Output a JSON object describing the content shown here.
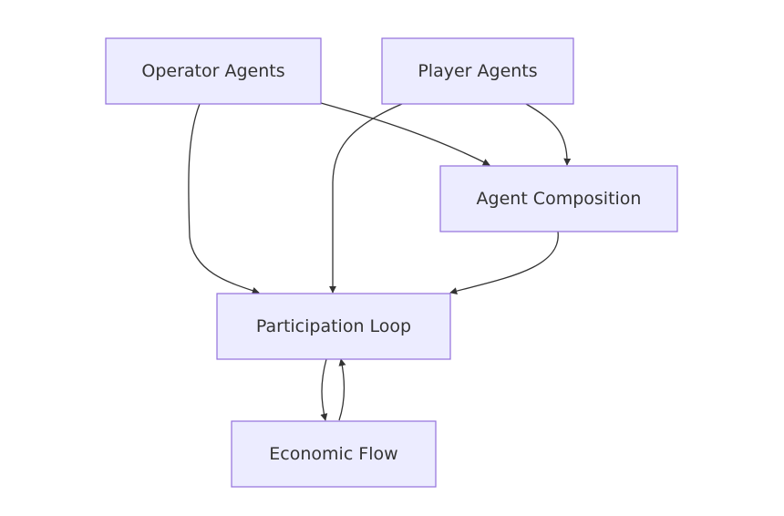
{
  "diagram": {
    "type": "flowchart",
    "nodes": {
      "operator_agents": "Operator Agents",
      "player_agents": "Player Agents",
      "agent_composition": "Agent Composition",
      "participation_loop": "Participation Loop",
      "economic_flow": "Economic Flow"
    },
    "edges": [
      {
        "from": "Operator Agents",
        "to": "Agent Composition"
      },
      {
        "from": "Operator Agents",
        "to": "Participation Loop"
      },
      {
        "from": "Player Agents",
        "to": "Agent Composition"
      },
      {
        "from": "Player Agents",
        "to": "Participation Loop"
      },
      {
        "from": "Agent Composition",
        "to": "Participation Loop"
      },
      {
        "from": "Participation Loop",
        "to": "Economic Flow"
      },
      {
        "from": "Economic Flow",
        "to": "Participation Loop"
      }
    ]
  }
}
